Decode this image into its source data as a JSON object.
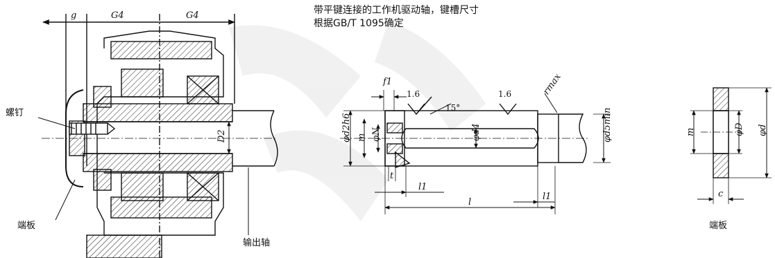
{
  "note": {
    "line1": "带平键连接的工作机驱动轴，键槽尺寸",
    "line2": "根据GB/T 1095确定"
  },
  "assembly": {
    "dim_g": "g",
    "dim_g4_left": "G4",
    "dim_g4_right": "G4",
    "screw_label": "螺钉",
    "end_plate_label": "端板",
    "output_shaft_label": "输出轴",
    "dim_d2": "D2"
  },
  "shaft": {
    "f1": "f1",
    "rough1": "1.6",
    "rough2": "1.6",
    "angle": "15°",
    "rmax": "rmax",
    "d2h6": "φd2h6",
    "m": "m",
    "dN": "φN",
    "d4": "φd4",
    "d5": "φd5min",
    "t": "t",
    "l1_left": "l1",
    "l1_right": "l1",
    "l": "l"
  },
  "plate": {
    "m": "m",
    "D": "φD",
    "d": "φd",
    "c": "c",
    "caption": "端板"
  }
}
